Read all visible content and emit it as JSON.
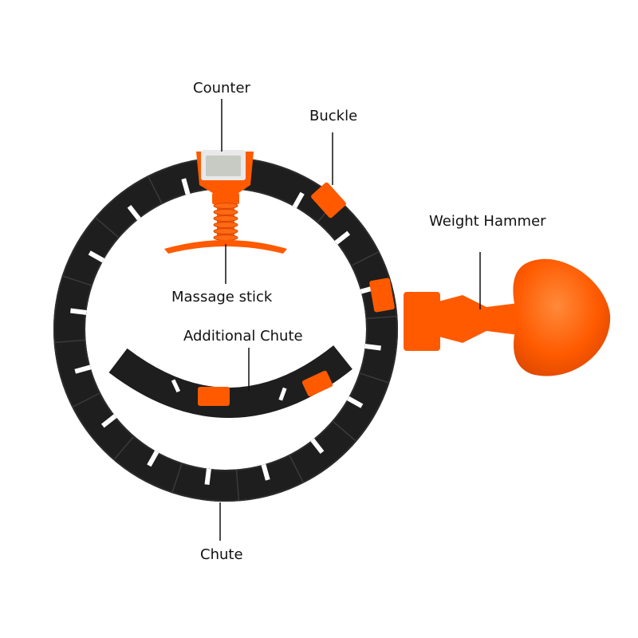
{
  "labels": {
    "counter": "Counter",
    "buckle": "Buckle",
    "weight_hammer": "Weight Hammer",
    "massage_stick": "Massage stick",
    "additional_chute": "Additional Chute",
    "chute": "Chute"
  },
  "colors": {
    "hoop_black": "#1e1e1e",
    "hoop_edge": "#2c2c2c",
    "accent_orange": "#ff5a00",
    "orange_dark": "#e04a00",
    "slot_white": "#ffffff",
    "lcd": "#c8cbc4",
    "leader_line": "#111111"
  }
}
